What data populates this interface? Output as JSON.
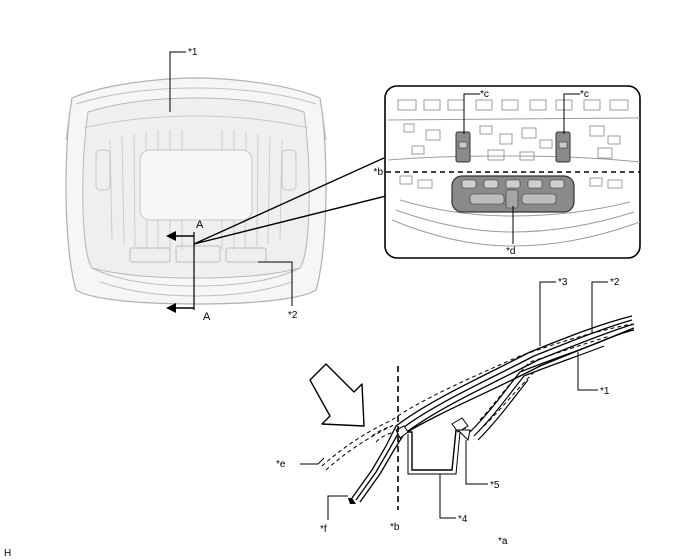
{
  "callouts": {
    "c1_top": "*1",
    "c2_top": "*2",
    "section_a_upper": "A",
    "section_a_lower": "A",
    "inset_c_left": "*c",
    "inset_c_right": "*c",
    "inset_b": "*b",
    "inset_d": "*d",
    "sec_3": "*3",
    "sec_2": "*2",
    "sec_1": "*1",
    "sec_5": "*5",
    "sec_4": "*4",
    "sec_e": "*e",
    "sec_f": "*f",
    "sec_b": "*b",
    "sec_a": "*a",
    "corner_h": "H"
  },
  "colors": {
    "line": "#000000",
    "hood_outline": "#b5b5b5",
    "hood_fill": "#f4f4f4",
    "part_fill": "#8a8a8a",
    "inset_bg": "#ffffff"
  }
}
